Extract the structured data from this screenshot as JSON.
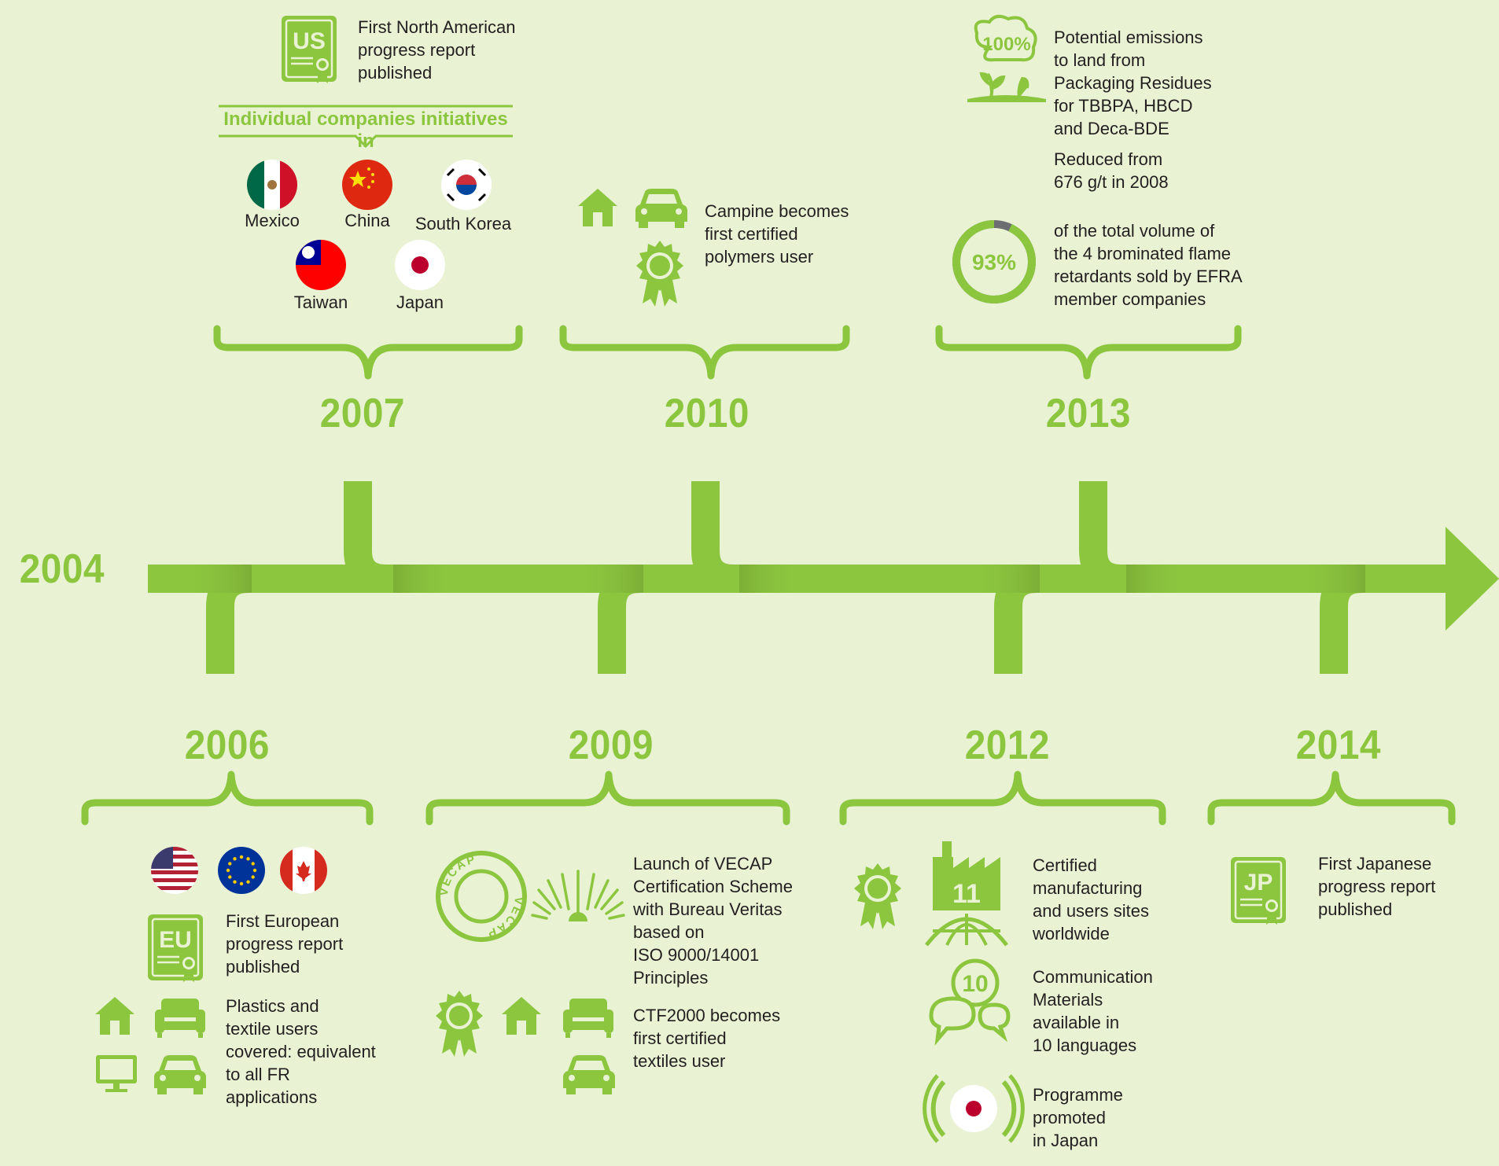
{
  "colors": {
    "background": "#e9f2d3",
    "accent": "#8cc63f",
    "text": "#231f20",
    "grey": "#6d6e71"
  },
  "timeline": {
    "start_year": "2004",
    "years_top": [
      "2007",
      "2010",
      "2013"
    ],
    "years_bottom": [
      "2006",
      "2009",
      "2012",
      "2014"
    ]
  },
  "y2007": {
    "us_badge": "US",
    "us_report": "First North American\nprogress report\npublished",
    "banner": "Individual companies initiatives in",
    "flags": [
      {
        "name": "Mexico",
        "icon": "mexico-flag-icon"
      },
      {
        "name": "China",
        "icon": "china-flag-icon"
      },
      {
        "name": "South Korea",
        "icon": "south-korea-flag-icon"
      },
      {
        "name": "Taiwan",
        "icon": "taiwan-flag-icon"
      },
      {
        "name": "Japan",
        "icon": "japan-flag-icon"
      }
    ]
  },
  "y2010": {
    "text": "Campine becomes\nfirst certified\npolymers user"
  },
  "y2013": {
    "badge_100": "100%",
    "emissions": "Potential emissions\nto land from\nPackaging Residues\nfor TBBPA, HBCD\nand Deca-BDE",
    "reduced": "Reduced from\n676 g/t in 2008",
    "badge_93": "93%",
    "volume_percent": 93,
    "volume": "of the total volume of\nthe 4 brominated flame\nretardants sold by EFRA\nmember companies"
  },
  "y2006": {
    "eu_badge": "EU",
    "eu_report": "First European\nprogress report\npublished",
    "plastics": "Plastics and\ntextile users\ncovered: equivalent\nto all FR\napplications"
  },
  "y2009": {
    "vecap_seal": "VECAP",
    "launch": "Launch of VECAP\nCertification Scheme\nwith Bureau Veritas\nbased on\nISO 9000/14001\nPrinciples",
    "ctf": "CTF2000 becomes\nfirst certified\ntextiles user"
  },
  "y2012": {
    "sites_count": "11",
    "sites": "Certified\nmanufacturing\nand users sites\nworldwide",
    "lang_count": "10",
    "languages": "Communication\nMaterials\navailable in\n10 languages",
    "japan": "Programme\npromoted\nin Japan"
  },
  "y2014": {
    "jp_badge": "JP",
    "jp_report": "First Japanese\nprogress report\npublished"
  }
}
